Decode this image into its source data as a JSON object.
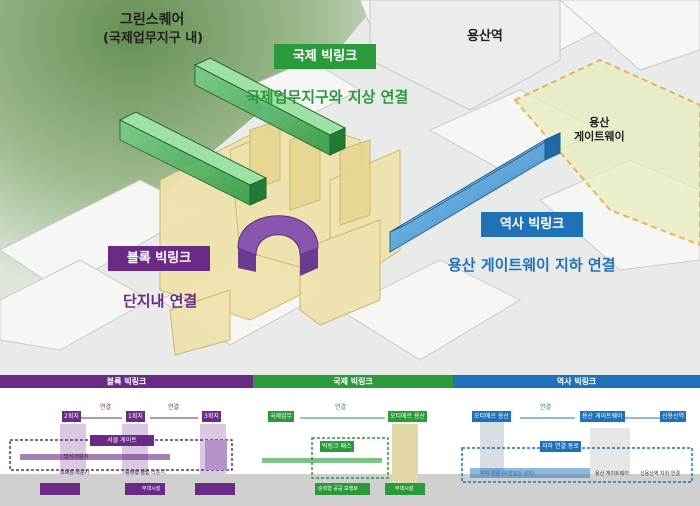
{
  "top": {
    "greens_square": "그린스퀘어",
    "greens_square_sub": "(국제업무지구 내)",
    "yongsan_station": "용산역",
    "gateway": "용산\n게이트웨이",
    "intl_link": {
      "label": "국제 빅링크",
      "desc": "국제업무지구와 지상 연결",
      "color": "#2a9a3a"
    },
    "station_link": {
      "label": "역사 빅링크",
      "desc": "용산 게이트웨이 지하 연결",
      "color": "#1f72b8"
    },
    "block_link": {
      "label": "블록 빅링크",
      "desc": "단지내 연결",
      "color": "#6a2a86"
    }
  },
  "bottom": {
    "block": {
      "title": "블록 빅링크",
      "color": "#6a2a86",
      "zones": [
        "2획지",
        "1획지",
        "3획지"
      ],
      "connect": "연결",
      "gate": "서클 게이트",
      "inner": [
        "탑식 라운지",
        "소매점 라운지",
        "중정형 클럽 라운지"
      ],
      "base": "부대시설"
    },
    "intl": {
      "title": "국제 빅링크",
      "color": "#2a9a3a",
      "left": "국제업무",
      "right": "오티에르 용산",
      "connect": "연결",
      "path": "빅링크 패스",
      "below": "순회형 공공 보행로",
      "base": "부대시설"
    },
    "station": {
      "title": "역사 빅링크",
      "color": "#1f72b8",
      "nodes": [
        "오티에르 용산",
        "용산 게이트웨이",
        "신용산역"
      ],
      "connect": "연결",
      "path": "지하 연결 동로",
      "route": "지하 연결 (우방빌딩 설치)",
      "sub1": "용산 게이트웨이",
      "sub2": "신용산역 지하 연결"
    }
  }
}
